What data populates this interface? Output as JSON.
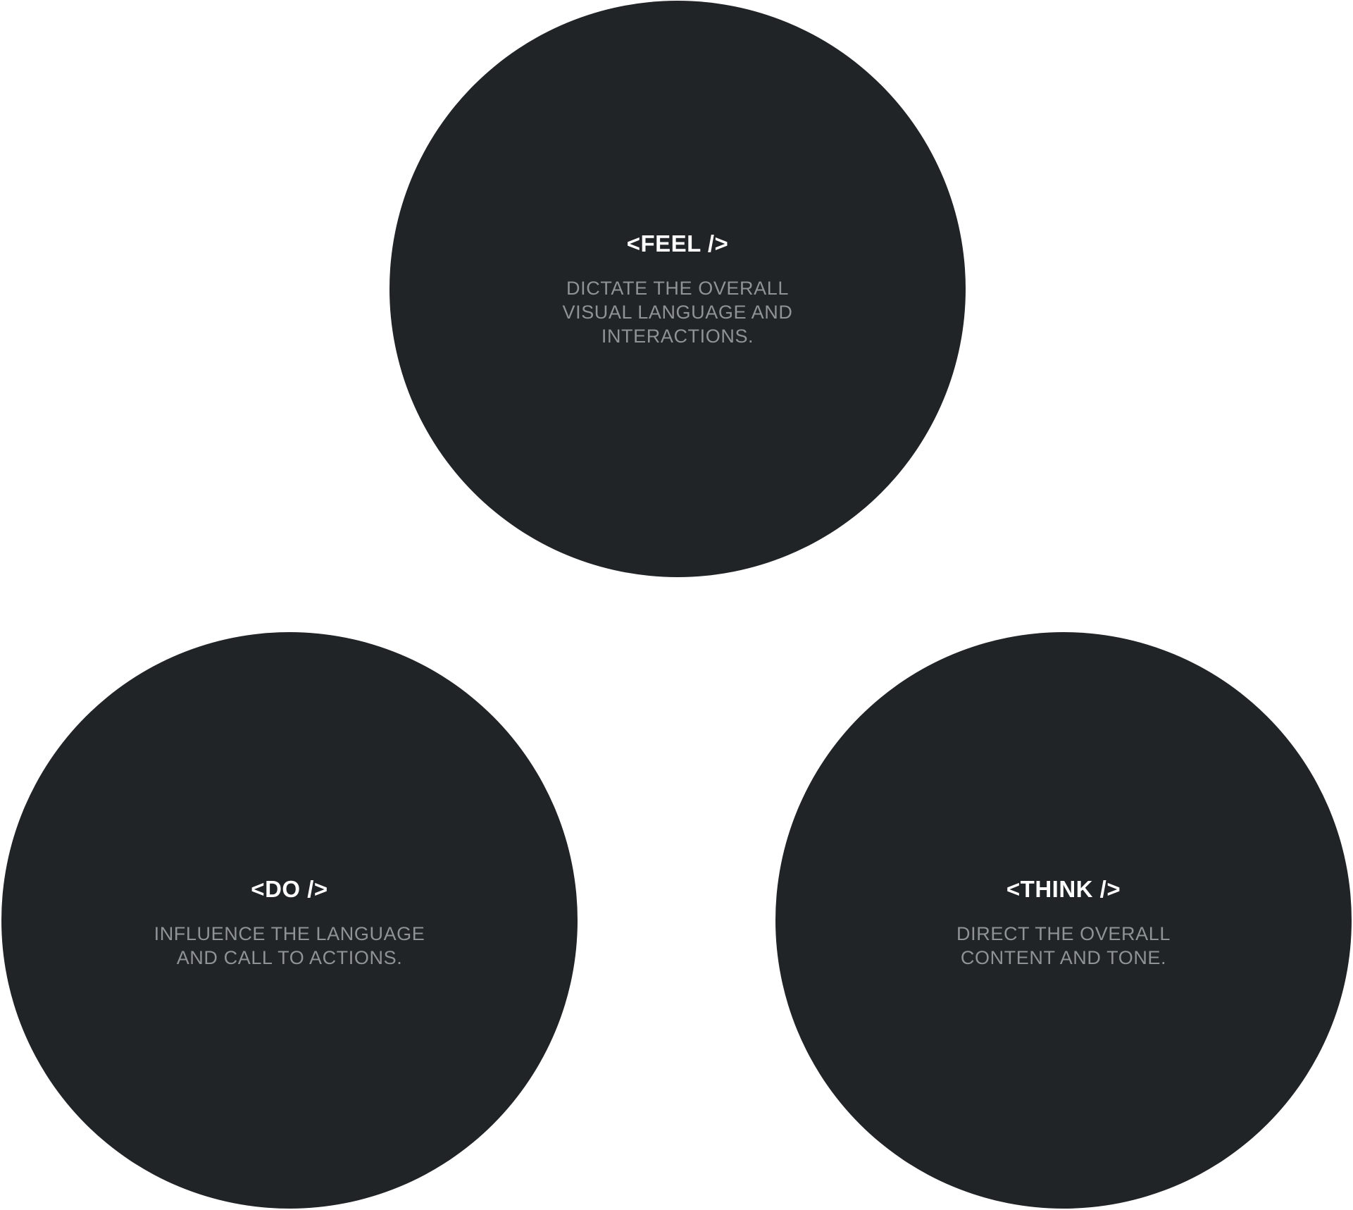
{
  "colors": {
    "background": "#ffffff",
    "circle_fill": "#212427",
    "title_text": "#ffffff",
    "description_text": "#8f9296"
  },
  "circles": [
    {
      "title": "<FEEL />",
      "description": "DICTATE THE OVERALL VISUAL LANGUAGE AND INTERACTIONS."
    },
    {
      "title": "<DO />",
      "description": "INFLUENCE THE LANGUAGE AND CALL TO ACTIONS."
    },
    {
      "title": "<THINK />",
      "description": "DIRECT THE OVERALL CONTENT AND TONE."
    }
  ]
}
